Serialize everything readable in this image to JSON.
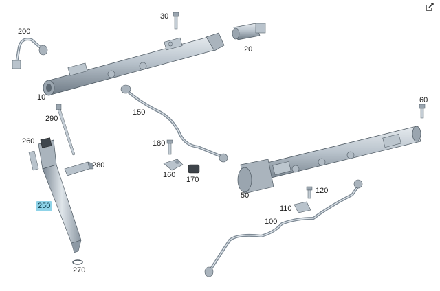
{
  "toolbar": {
    "edit_icon": "edit-external-icon"
  },
  "colors": {
    "part_fill": "#c9d2da",
    "part_shade": "#8d99a4",
    "part_dark": "#4f5a63",
    "highlight": "#8fd3e8"
  },
  "callouts": [
    {
      "id": "c10",
      "label": "10"
    },
    {
      "id": "c20",
      "label": "20"
    },
    {
      "id": "c30",
      "label": "30"
    },
    {
      "id": "c50",
      "label": "50"
    },
    {
      "id": "c60",
      "label": "60"
    },
    {
      "id": "c100",
      "label": "100"
    },
    {
      "id": "c110",
      "label": "110"
    },
    {
      "id": "c120",
      "label": "120"
    },
    {
      "id": "c150",
      "label": "150"
    },
    {
      "id": "c160",
      "label": "160"
    },
    {
      "id": "c170",
      "label": "170"
    },
    {
      "id": "c180",
      "label": "180"
    },
    {
      "id": "c200",
      "label": "200"
    },
    {
      "id": "c250",
      "label": "250",
      "highlighted": true
    },
    {
      "id": "c260",
      "label": "260"
    },
    {
      "id": "c270",
      "label": "270"
    },
    {
      "id": "c280",
      "label": "280"
    },
    {
      "id": "c290",
      "label": "290"
    }
  ]
}
